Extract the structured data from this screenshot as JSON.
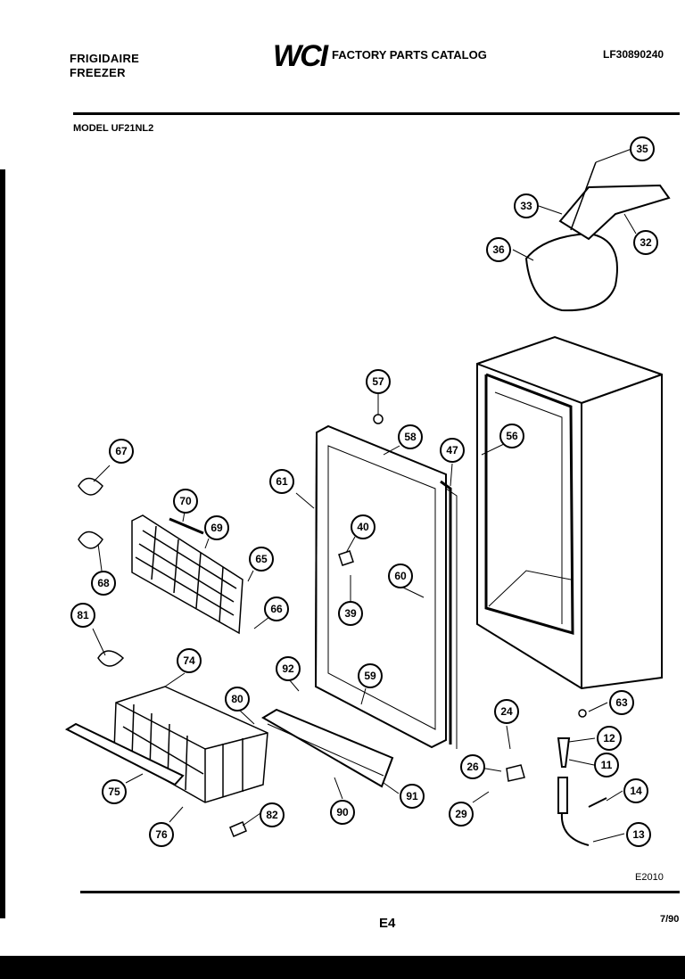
{
  "header": {
    "brand_line1": "FRIGIDAIRE",
    "brand_line2": "FREEZER",
    "logo": "WCI",
    "catalog_title": "FACTORY PARTS CATALOG",
    "part_number": "LF30890240",
    "model": "MODEL UF21NL2"
  },
  "footer": {
    "diagram_code": "E2010",
    "page_label": "E4",
    "date": "7/90"
  },
  "callouts": [
    "35",
    "33",
    "32",
    "36",
    "57",
    "58",
    "56",
    "47",
    "61",
    "40",
    "60",
    "39",
    "67",
    "70",
    "69",
    "65",
    "68",
    "66",
    "81",
    "74",
    "92",
    "59",
    "80",
    "24",
    "63",
    "12",
    "26",
    "11",
    "75",
    "91",
    "90",
    "29",
    "14",
    "76",
    "82",
    "13"
  ]
}
